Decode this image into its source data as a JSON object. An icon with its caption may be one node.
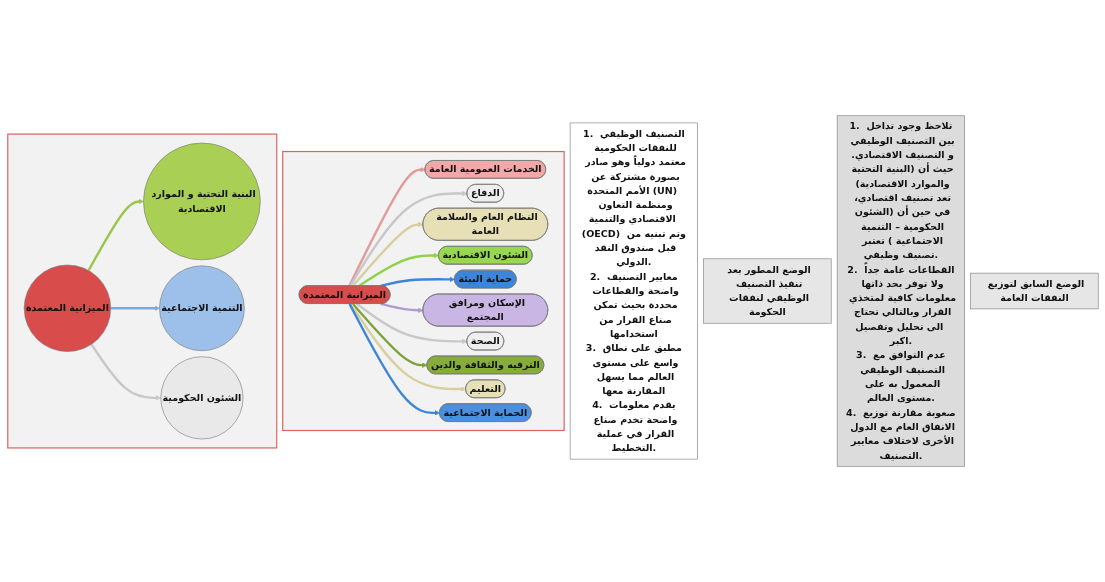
{
  "diagram": {
    "nodes": [
      {
        "text": [
          "الوضع السابق لتوزيع النفقات العامة"
        ]
      },
      {
        "text": [],
        "shape": "box"
      },
      {
        "text": [
          "الميزانية المعتمدة"
        ],
        "in": 1
      },
      {
        "text": [
          "البنية التحتية و الموارد الاقتصادية"
        ],
        "in": 1
      },
      {
        "text": [
          "التنمية الاجتماعية"
        ],
        "in": 1
      },
      {
        "text": [
          "الشئون الحكومية"
        ],
        "in": 1
      },
      {
        "text": [
          "1. تلاحظ وجود تداخل بين التصنيف الوظيفي و التصنيف الاقتصادي. حيث أن (البنية التحتية والموارد الاقتصادية) تعد تصنيف اقتصادي، في حين أن (الشئون الحكومية – التنمية الاجتماعية ) تعتبر تصنيف وظيفي.",
          "2. القطاعات عامة جداً ولا توفر بحد ذاتها معلومات كافية لمتخذي القرار وبالتالي تحتاج الى تحليل وتفصيل اكبر.",
          "3. عدم التوافق مع التصنيف الوظيفي المعمول به على مستوى العالم.",
          "4. صعوبة مقارنة توزيع الانفاق العام مع الدول الأخرى لاختلاف معايير التصنيف."
        ]
      },
      {
        "text": [
          "الوضع المطور بعد تنفيذ التصنيف الوظيفي لنفقات الحكومة"
        ]
      },
      {
        "text": [],
        "shape": "box"
      },
      {
        "text": [
          "الميزانية المعتمدة"
        ],
        "in": 8
      },
      {
        "text": [
          "الخدمات العمومية العامة"
        ],
        "in": 8
      },
      {
        "text": [
          "الدفاع"
        ],
        "in": 8
      },
      {
        "text": [
          "النظام العام والسلامة العامة"
        ],
        "in": 8
      },
      {
        "text": [
          "الشئون الاقتصادية"
        ],
        "in": 8
      },
      {
        "text": [
          "حماية البيئة"
        ],
        "in": 8
      },
      {
        "text": [
          "الإسكان ومرافق المجتمع"
        ],
        "in": 8
      },
      {
        "text": [
          "الصحة"
        ],
        "in": 8
      },
      {
        "text": [
          "الترفيه والثقافة والدين"
        ],
        "in": 8
      },
      {
        "text": [
          "التعليم"
        ],
        "in": 8
      },
      {
        "text": [
          "الحماية الاجتماعية"
        ],
        "in": 8
      },
      {
        "text": [
          "1. التصنيف الوظيفي للنفقات الحكومية معتمد دولياً وهو صادر بصورة مشتركة عن الأمم المتحدة (UN) ومنظمة التعاون الاقتصادي والتنمية (OECD) وتم تبنيه من قبل صندوق النقد الدولي.",
          "2. معايير التصنيف واضحة والقطاعات محددة بحيث تمكن صناع القرار من استخدامها",
          "3. مطبق على نطاق واسع على مستوى العالم مما يسهل المقارنة معها",
          "4. يقدم معلومات واضحة تخدم صناع القرار في عملية التخطيط."
        ]
      }
    ],
    "edges": [
      {
        "from": 2,
        "to": 3,
        "arrow": "to",
        "color": "#9bc44a"
      },
      {
        "from": 2,
        "to": 4,
        "arrow": "to",
        "color": "#7fa8d8"
      },
      {
        "from": 2,
        "to": 5,
        "arrow": "to",
        "color": "#c8c8c8"
      },
      {
        "from": 9,
        "to": 10,
        "arrow": "to",
        "color": "#e39a9a"
      },
      {
        "from": 9,
        "to": 11,
        "arrow": "to",
        "color": "#c8c8c8"
      },
      {
        "from": 9,
        "to": 12,
        "arrow": "to",
        "color": "#d8cfa0"
      },
      {
        "from": 9,
        "to": 13,
        "arrow": "to",
        "color": "#8fd14a"
      },
      {
        "from": 9,
        "to": 14,
        "arrow": "to",
        "color": "#3d85d8"
      },
      {
        "from": 9,
        "to": 15,
        "arrow": "to",
        "color": "#b09cd0"
      },
      {
        "from": 9,
        "to": 16,
        "arrow": "to",
        "color": "#c8c8c8"
      },
      {
        "from": 9,
        "to": 17,
        "arrow": "to",
        "color": "#7ea33a"
      },
      {
        "from": 9,
        "to": 18,
        "arrow": "to",
        "color": "#d8cfa0"
      },
      {
        "from": 9,
        "to": 19,
        "arrow": "to",
        "color": "#3d85d8"
      }
    ]
  }
}
